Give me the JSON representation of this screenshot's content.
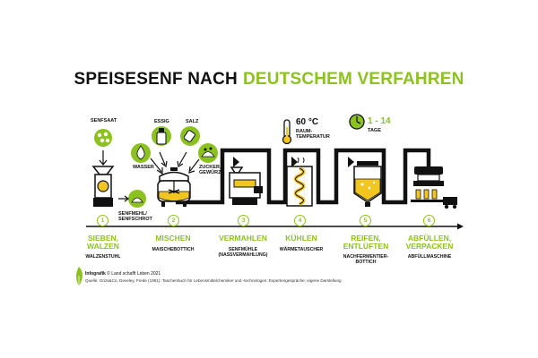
{
  "title": {
    "part1": "SPEISESENF NACH",
    "part2": "DEUTSCHEM VERFAHREN"
  },
  "colors": {
    "accent": "#8cc21f",
    "dark": "#111111",
    "light_green": "#e8f5cf"
  },
  "ingredients": {
    "senfsaat": "SENFSAAT",
    "essig": "ESSIG",
    "salz": "SALZ",
    "wasser": "WASSER",
    "zucker": "ZUCKER,\nGEWÜRZE",
    "senfmehl": "SENFMEHL/\nSENFSCHROT"
  },
  "conditions": {
    "temperature_value": "60 °C",
    "temperature_label": "RAUM-\nTEMPERATUR",
    "duration_value": "1 - 14",
    "duration_label": "TAGE"
  },
  "steps": [
    {
      "number": "1",
      "title": "SIEBEN,\nWALZEN",
      "subtitle": "WALZENSTUHL"
    },
    {
      "number": "2",
      "title": "MISCHEN",
      "subtitle": "MAISCHEBOTTICH"
    },
    {
      "number": "3",
      "title": "VERMAHLEN",
      "subtitle": "SENFMÜHLE\n(NASSVERMAHLUNG)"
    },
    {
      "number": "4",
      "title": "KÜHLEN",
      "subtitle": "WÄRMETAUSCHER"
    },
    {
      "number": "5",
      "title": "REIFEN,\nENTLÜFTEN",
      "subtitle": "NACHFERMENTIER-\nBOTTICH"
    },
    {
      "number": "6",
      "title": "ABFÜLLEN,\nVERPACKEN",
      "subtitle": "ABFÜLLMASCHINE"
    }
  ],
  "footer": {
    "credit_prefix": "Infografik",
    "credit_rest": "© Land schafft Leben 2021",
    "source": "Quelle: Grizs&Co, Develey, Frede (1991): Taschenbuch für Lebensmittelchemiker und -technologen; Expertengespräche; eigene Darstellung"
  },
  "icons": [
    "seed-icon",
    "vinegar-bottle-icon",
    "salt-shaker-icon",
    "water-drop-icon",
    "sugar-spices-icon",
    "mustard-flour-icon",
    "thermometer-icon",
    "clock-icon",
    "leaf-logo-icon",
    "roller-mill-icon",
    "mixing-vat-icon",
    "mustard-mill-icon",
    "heat-exchanger-icon",
    "fermentation-tank-icon",
    "filling-machine-icon"
  ]
}
